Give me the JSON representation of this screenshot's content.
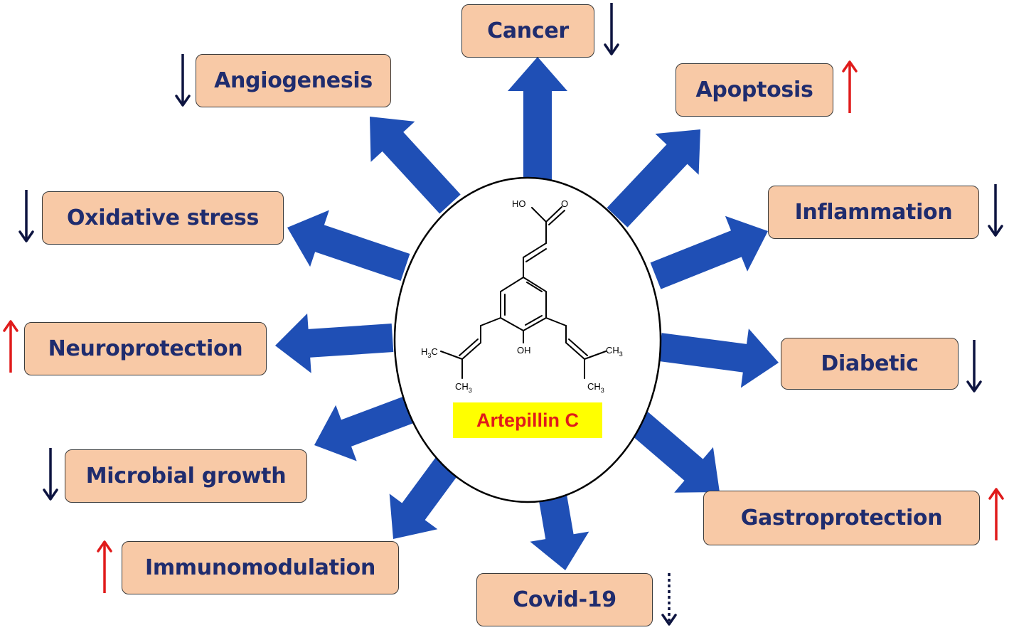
{
  "compound": {
    "name": "Artepillin C",
    "atoms": {
      "carboxyl_oh": "HO",
      "carbonyl_o": "O",
      "phenol_oh": "OH",
      "methyl_h": "H",
      "methyl_c": "C",
      "methyl_sub": "3"
    }
  },
  "effects": [
    {
      "id": "cancer",
      "label": "Cancer",
      "trend": "down"
    },
    {
      "id": "apoptosis",
      "label": "Apoptosis",
      "trend": "up"
    },
    {
      "id": "inflammation",
      "label": "Inflammation",
      "trend": "down"
    },
    {
      "id": "diabetic",
      "label": "Diabetic",
      "trend": "down"
    },
    {
      "id": "gastroprotection",
      "label": "Gastroprotection",
      "trend": "up"
    },
    {
      "id": "covid",
      "label": "Covid-19",
      "trend": "down-uncertain"
    },
    {
      "id": "immunomodulation",
      "label": "Immunomodulation",
      "trend": "up"
    },
    {
      "id": "microbial-growth",
      "label": "Microbial growth",
      "trend": "down"
    },
    {
      "id": "neuroprotection",
      "label": "Neuroprotection",
      "trend": "up"
    },
    {
      "id": "oxidative-stress",
      "label": "Oxidative stress",
      "trend": "down"
    },
    {
      "id": "angiogenesis",
      "label": "Angiogenesis",
      "trend": "down"
    }
  ],
  "colors": {
    "arrow_fill": "#1f4fb5",
    "box_fill": "#f8c9a6",
    "box_text": "#1f2c6e",
    "trend_down": "#0d1440",
    "trend_up": "#e01b1b",
    "label_background": "#ffff00",
    "label_text": "#e01b1b"
  }
}
